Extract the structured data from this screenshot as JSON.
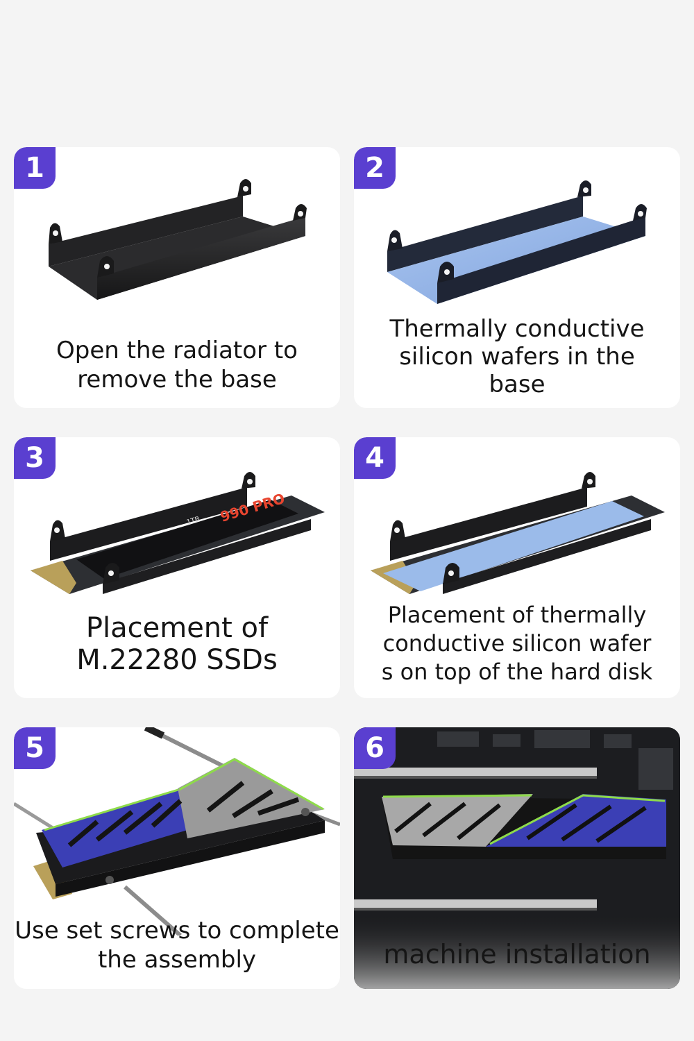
{
  "steps": [
    {
      "number": "1",
      "caption": "Open the radiator to\nremove the base",
      "illustration": "black-metal-base-tray"
    },
    {
      "number": "2",
      "caption": "Thermally conductive\nsilicon wafers in the\nbase",
      "illustration": "base-tray-with-blue-thermal-pad"
    },
    {
      "number": "3",
      "caption": "Placement of\nM.22280 SSDs",
      "illustration": "ssd-in-base-tray",
      "ssd_label": {
        "brand": "990 PRO",
        "capacity": "1TB"
      }
    },
    {
      "number": "4",
      "caption": "Placement of thermally\nconductive silicon wafer\ns on top of the hard disk",
      "illustration": "ssd-with-top-thermal-pad"
    },
    {
      "number": "5",
      "caption": "Use set screws to complete\nthe assembly",
      "illustration": "heatsink-assembly-with-screwdrivers"
    },
    {
      "number": "6",
      "caption": "machine installation",
      "illustration": "heatsink-on-motherboard"
    }
  ],
  "colors": {
    "badge": "#5a3fd0",
    "card": "#ffffff",
    "page": "#f4f4f4",
    "tray": "#1f1f21",
    "thermal_pad": "#8fb1e6",
    "heatsink_blue": "#3b3fb5",
    "heatsink_silver": "#9a9a9a",
    "accent_green": "#8edb4a"
  }
}
